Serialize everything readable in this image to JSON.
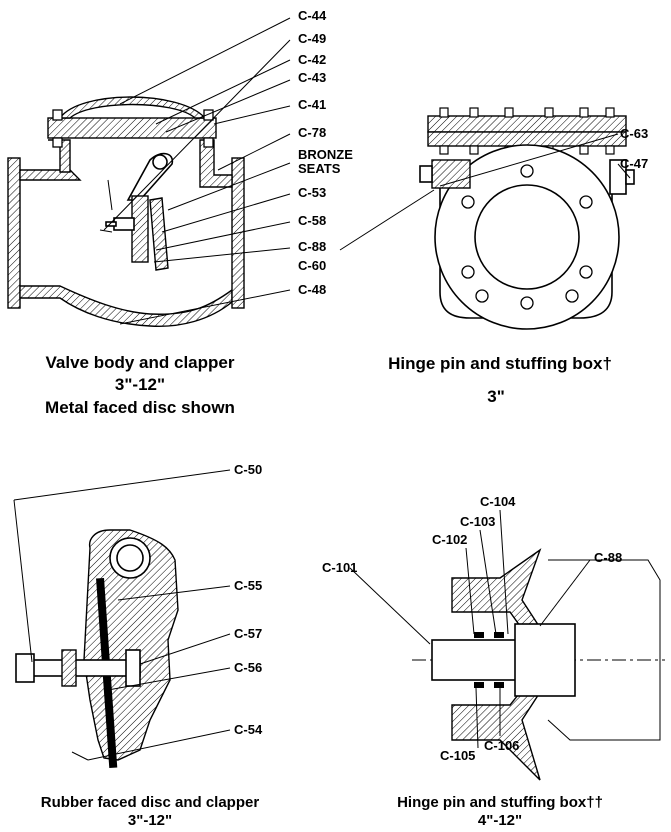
{
  "top_left": {
    "labels": [
      "C-44",
      "C-49",
      "C-42",
      "C-43",
      "C-41",
      "C-78",
      "BRONZE",
      "SEATS",
      "C-53",
      "C-58",
      "C-88",
      "C-60",
      "C-48"
    ],
    "caption": [
      "Valve body and clapper",
      "3\"-12\"",
      "Metal faced disc shown"
    ]
  },
  "top_right": {
    "labels": [
      "C-63",
      "C-47"
    ],
    "caption": [
      "Hinge pin and stuffing box†",
      "3\""
    ]
  },
  "bottom_left": {
    "labels": [
      "C-50",
      "C-55",
      "C-57",
      "C-56",
      "C-54"
    ],
    "caption": [
      "Rubber faced disc and clapper",
      "3\"-12\""
    ]
  },
  "bottom_right": {
    "labels": [
      "C-104",
      "C-103",
      "C-102",
      "C-88",
      "C-101",
      "C-105",
      "C-106"
    ],
    "caption": [
      "Hinge pin and stuffing box††",
      "4\"-12\""
    ]
  }
}
